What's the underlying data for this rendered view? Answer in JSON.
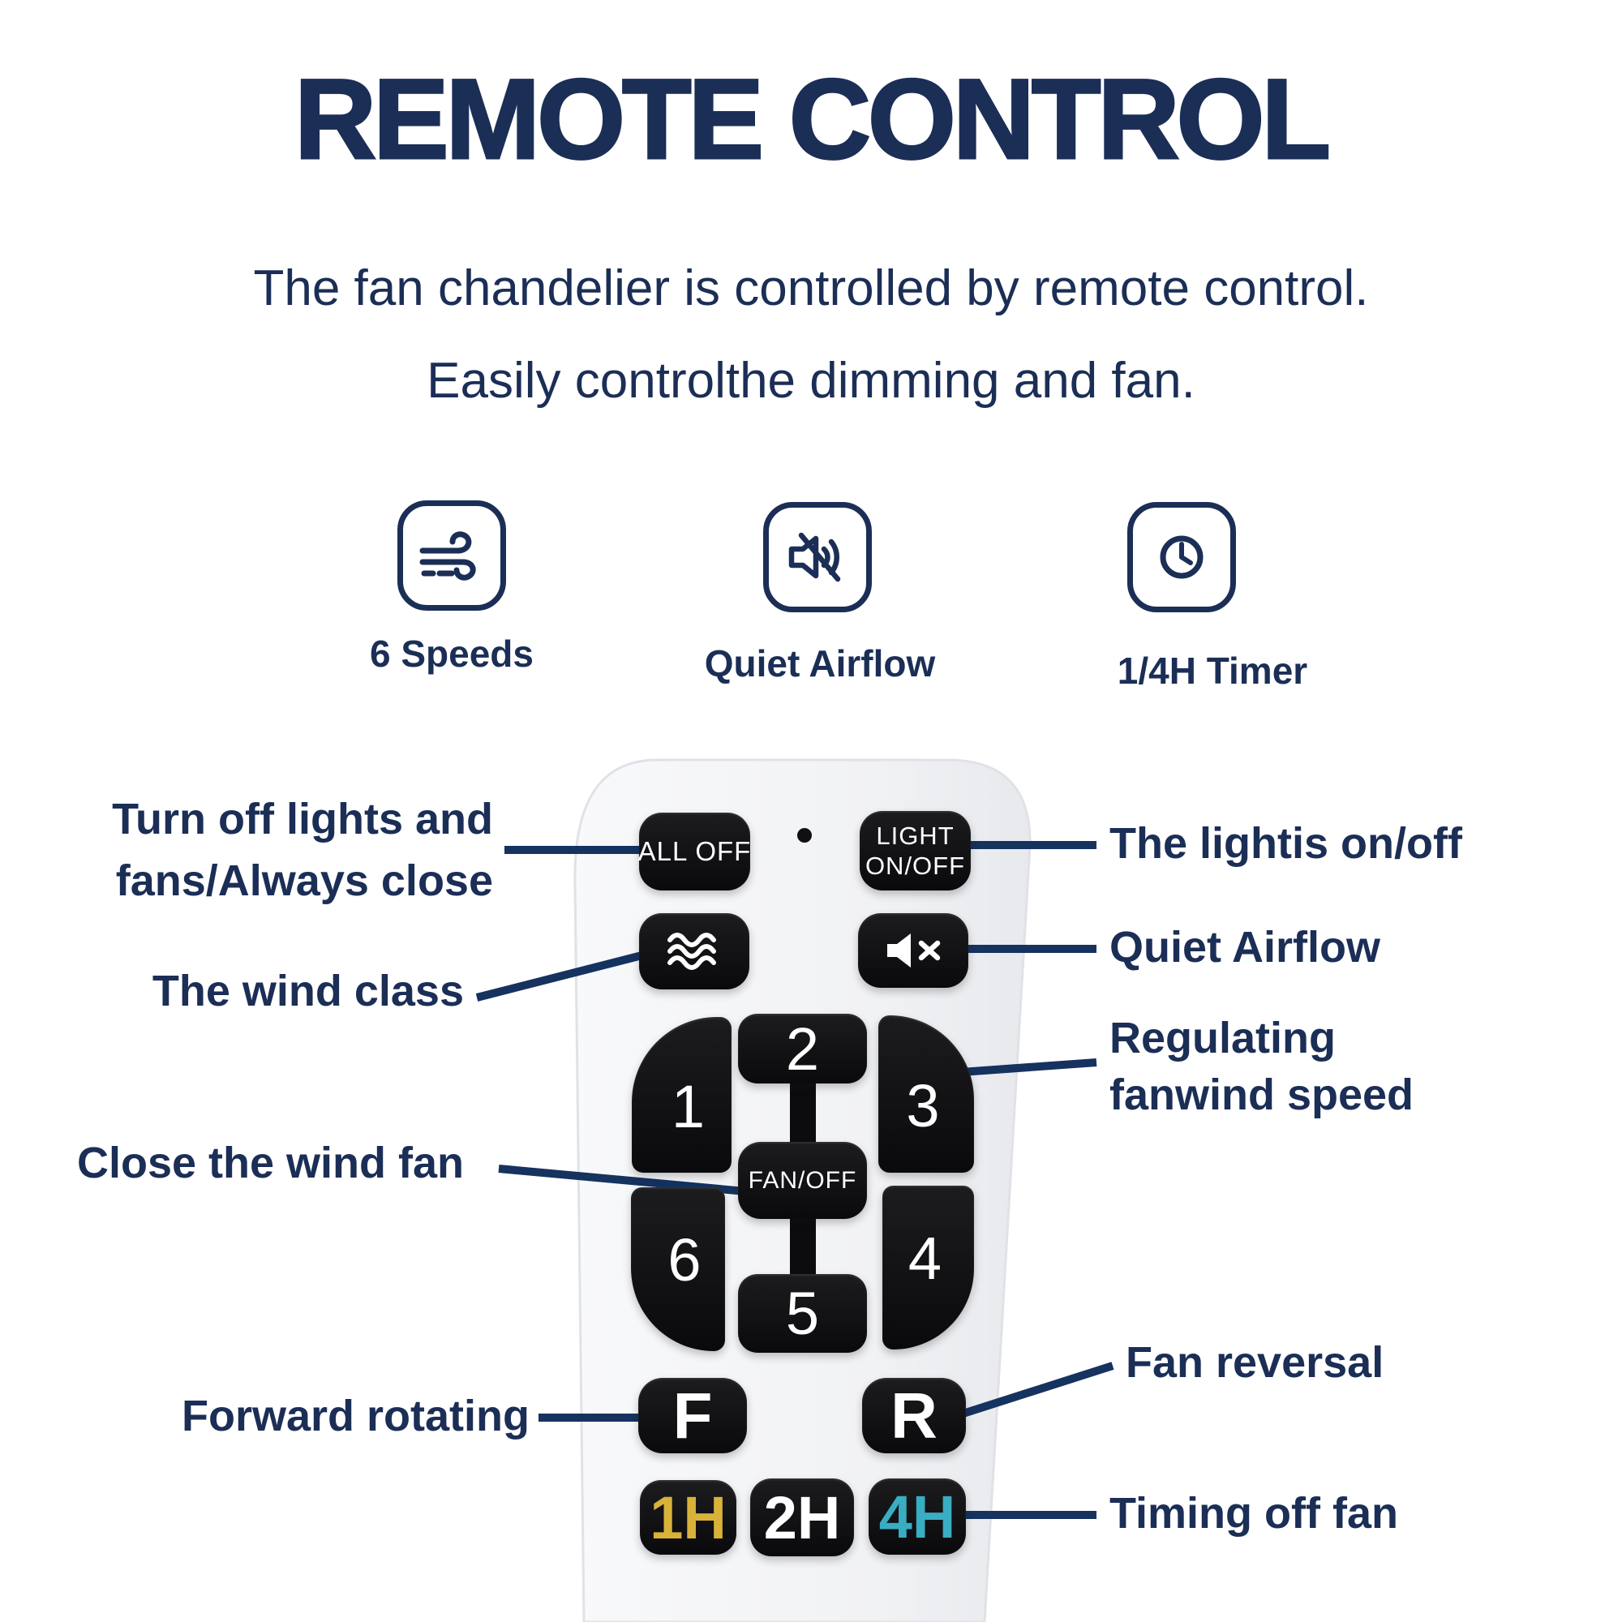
{
  "page": {
    "title": "REMOTE CONTROL",
    "subtitle_line1": "The fan chandelier is controlled by remote control.",
    "subtitle_line2": "Easily controlthe dimming and fan."
  },
  "features": [
    {
      "icon": "wind-icon",
      "label": "6 Speeds"
    },
    {
      "icon": "muted-speaker-icon",
      "label": "Quiet Airflow"
    },
    {
      "icon": "timer-icon",
      "label": "1/4H Timer"
    }
  ],
  "remote": {
    "all_off": "ALL OFF",
    "light_line1": "LIGHT",
    "light_line2": "ON/OFF",
    "fan_off": "FAN/OFF",
    "speed_1": "1",
    "speed_2": "2",
    "speed_3": "3",
    "speed_4": "4",
    "speed_5": "5",
    "speed_6": "6",
    "forward": "F",
    "reverse": "R",
    "timer_1h": "1H",
    "timer_2h": "2H",
    "timer_4h": "4H"
  },
  "callouts": {
    "left": [
      {
        "lines": [
          "Turn off lights and",
          "fans/Always close"
        ]
      },
      {
        "lines": [
          "The wind class"
        ]
      },
      {
        "lines": [
          "Close the wind fan"
        ]
      },
      {
        "lines": [
          "Forward rotating"
        ]
      }
    ],
    "right": [
      {
        "lines": [
          "The lightis on/off"
        ]
      },
      {
        "lines": [
          "Quiet Airflow"
        ]
      },
      {
        "lines": [
          "Regulating",
          "fanwind speed"
        ]
      },
      {
        "lines": [
          "Fan reversal"
        ]
      },
      {
        "lines": [
          "Timing off fan"
        ]
      }
    ]
  },
  "colors": {
    "navy_text": "#1b2e56",
    "callout_line": "#16325f",
    "button_black": "#0e0e10",
    "remote_body": "#f2f3f5",
    "timer_1h_text": "#d9b23a",
    "timer_2h_text": "#ffffff",
    "timer_4h_text": "#39adc1"
  }
}
